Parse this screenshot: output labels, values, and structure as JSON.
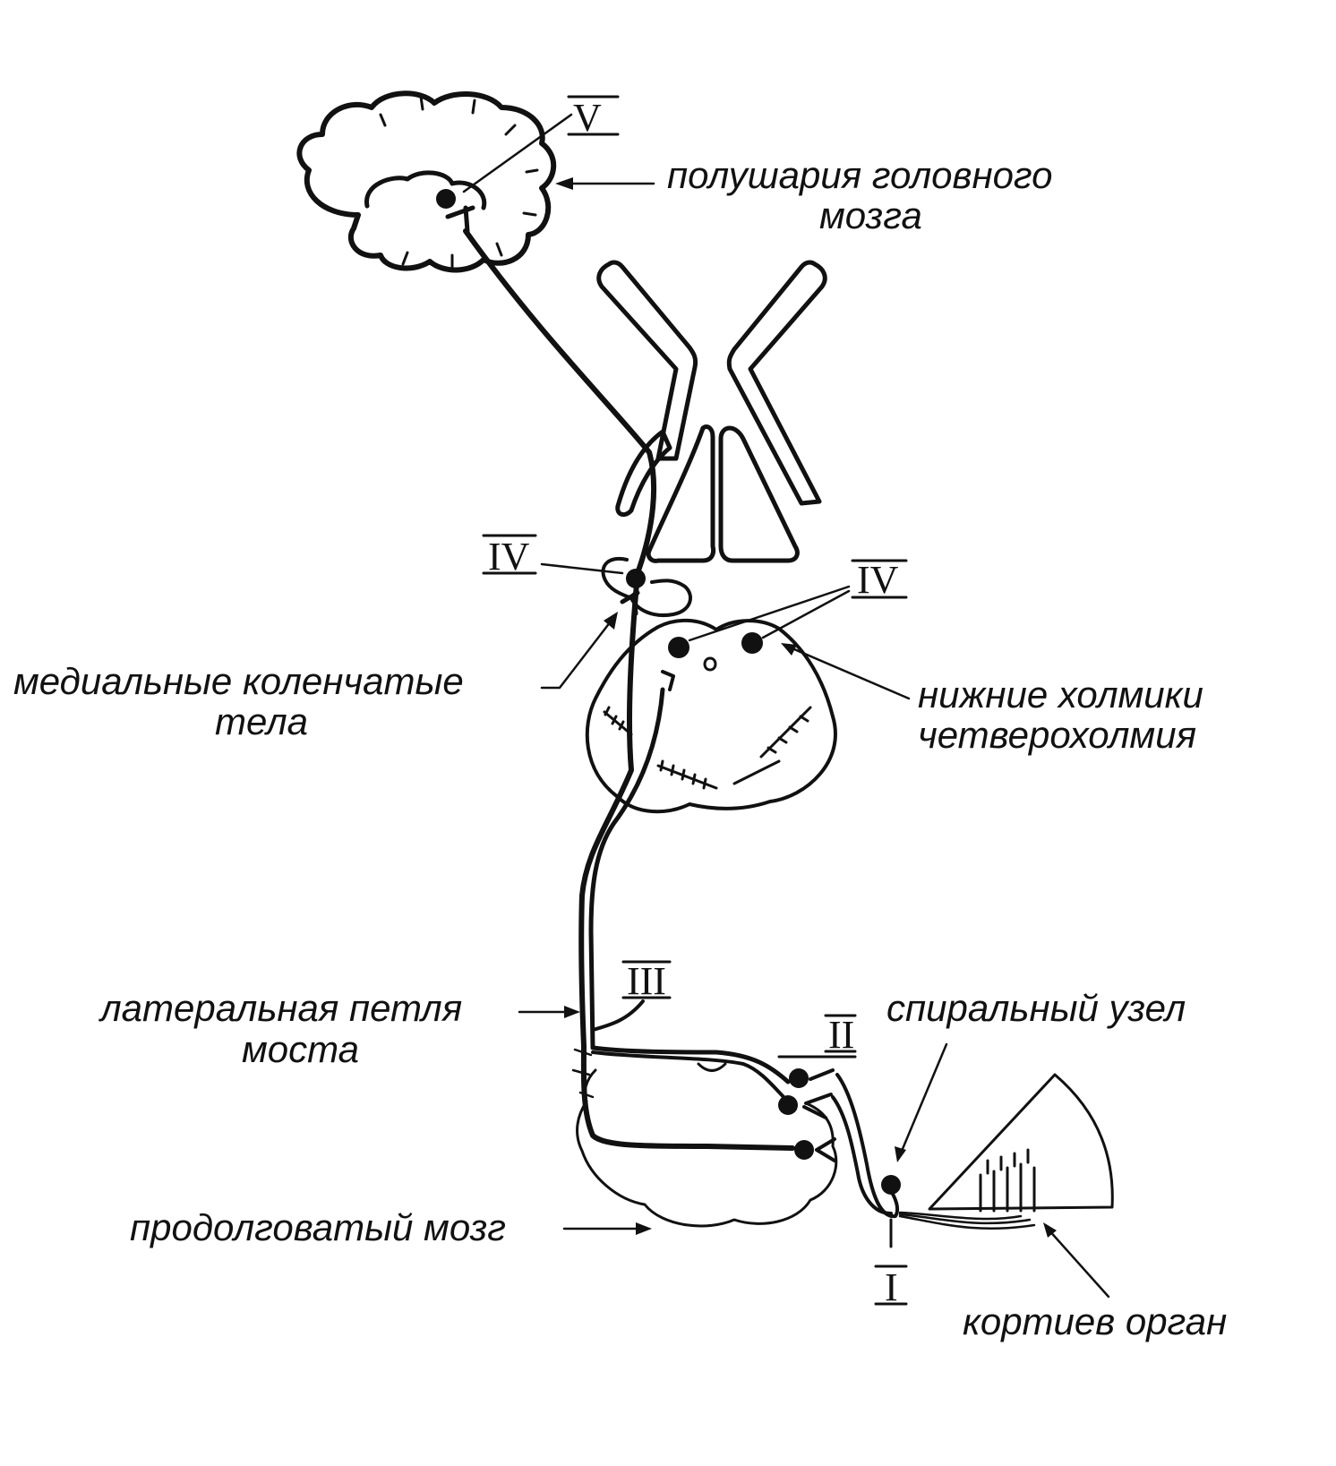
{
  "labels": {
    "hemispheres_line1": "полушария головного",
    "hemispheres_line2": "мозга",
    "medial_geniculate_line1": "медиальные коленчатые",
    "medial_geniculate_line2": "тела",
    "inferior_colliculi_line1": "нижние холмики",
    "inferior_colliculi_line2": "четверохолмия",
    "lateral_lemniscus_line1": "латеральная петля",
    "lateral_lemniscus_line2": "моста",
    "spiral_ganglion": "спиральный узел",
    "medulla": "продолговатый мозг",
    "organ_of_corti": "кортиев орган"
  },
  "neuron_levels": {
    "I": "I",
    "II": "II",
    "III": "III",
    "IV_left": "IV",
    "IV_right": "IV",
    "V": "V"
  }
}
